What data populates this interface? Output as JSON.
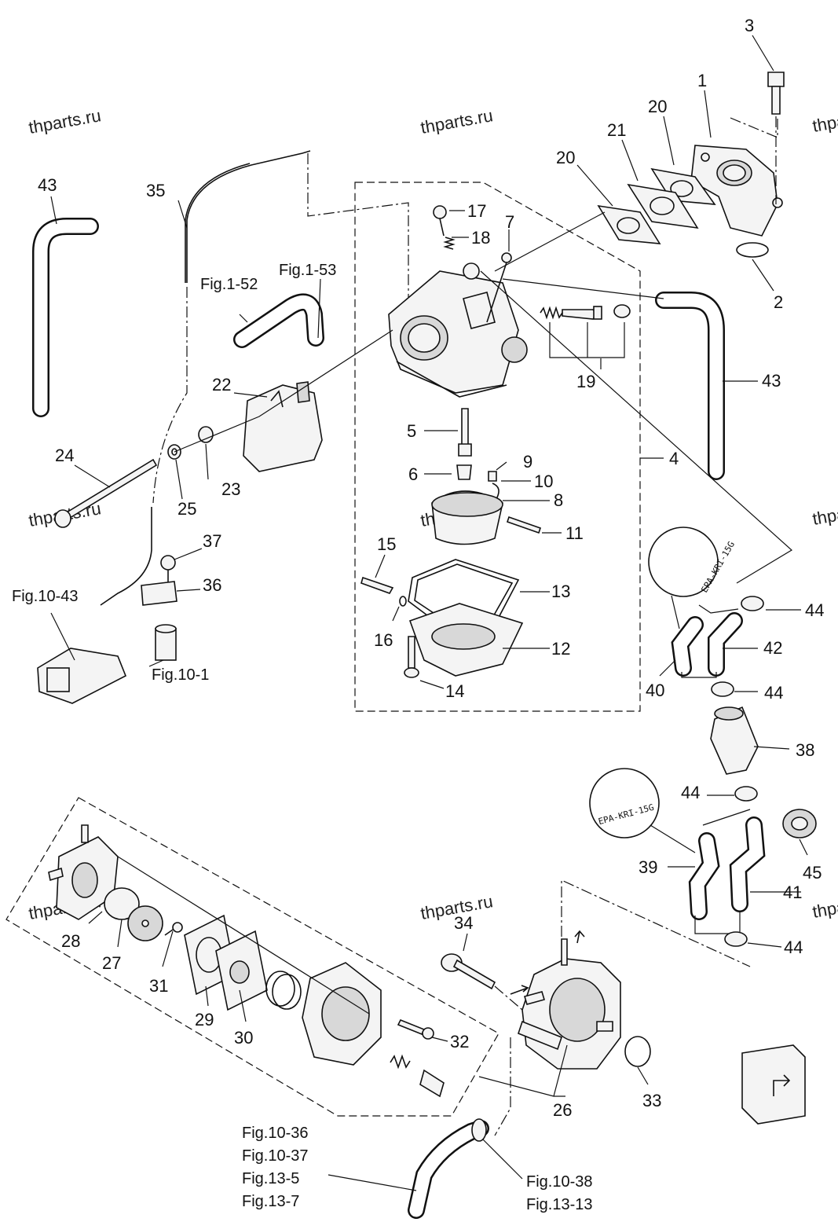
{
  "watermarks": [
    "thparts.ru",
    "thparts.ru",
    "thparts.ru",
    "thparts.ru",
    "thparts.ru",
    "thparts.ru",
    "thparts.ru",
    "thparts.ru"
  ],
  "stamps": [
    "EPA-KRI-15G",
    "EPA-KRI-15G"
  ],
  "labels": {
    "p1": "1",
    "p2": "2",
    "p3": "3",
    "p4": "4",
    "p5": "5",
    "p6": "6",
    "p7": "7",
    "p8": "8",
    "p9": "9",
    "p10": "10",
    "p11": "11",
    "p12": "12",
    "p13": "13",
    "p14": "14",
    "p15": "15",
    "p16": "16",
    "p17": "17",
    "p18": "18",
    "p19": "19",
    "p20a": "20",
    "p20b": "20",
    "p21": "21",
    "p22": "22",
    "p23": "23",
    "p24": "24",
    "p25": "25",
    "p26": "26",
    "p27": "27",
    "p28": "28",
    "p29": "29",
    "p30": "30",
    "p31": "31",
    "p32": "32",
    "p33": "33",
    "p34": "34",
    "p35": "35",
    "p36": "36",
    "p37": "37",
    "p38": "38",
    "p39": "39",
    "p40": "40",
    "p41": "41",
    "p42": "42",
    "p43a": "43",
    "p43b": "43",
    "p44a": "44",
    "p44b": "44",
    "p44c": "44",
    "p44d": "44",
    "p45": "45"
  },
  "refs": {
    "fig1_52": "Fig.1-52",
    "fig1_53": "Fig.1-53",
    "fig10_43": "Fig.10-43",
    "fig10_1": "Fig.10-1",
    "fig10_36": "Fig.10-36",
    "fig10_37": "Fig.10-37",
    "fig13_5": "Fig.13-5",
    "fig13_7": "Fig.13-7",
    "fig10_38": "Fig.10-38",
    "fig13_13": "Fig.13-13"
  }
}
